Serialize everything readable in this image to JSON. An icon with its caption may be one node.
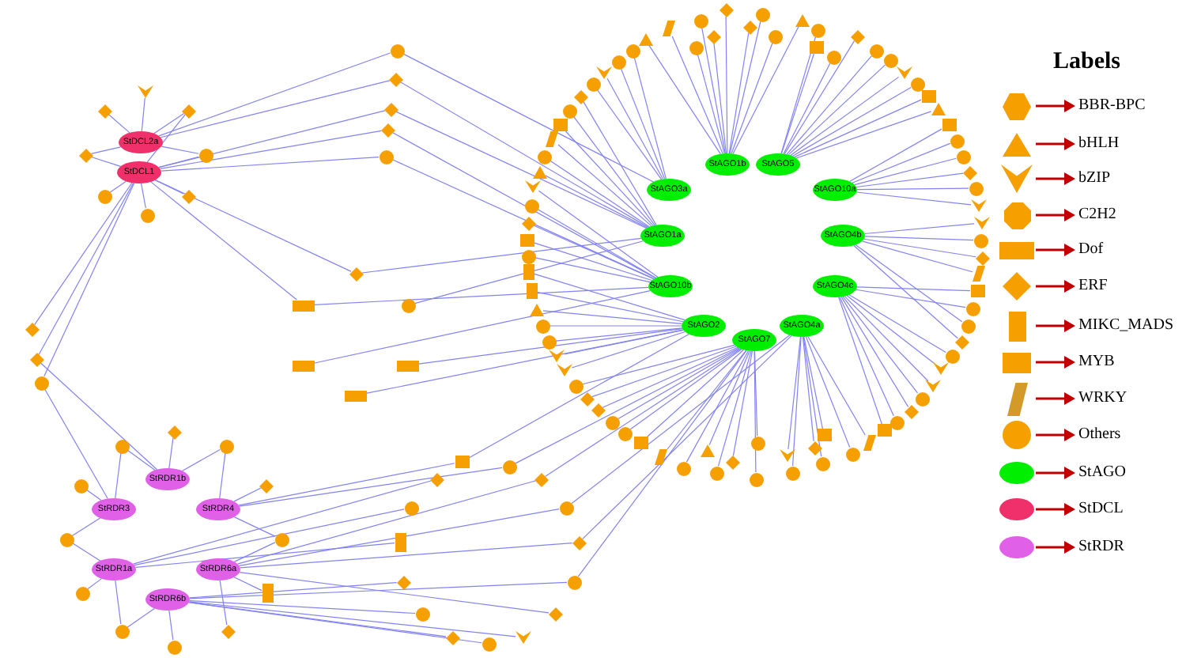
{
  "diagram": {
    "nodes": [
      {
        "text": [
          "StDCL2a"
        ]
      },
      {
        "text": [
          "StDCL1"
        ]
      },
      {
        "text": [
          "StRDR1b"
        ]
      },
      {
        "text": [
          "StRDR3"
        ]
      },
      {
        "text": [
          "StRDR4"
        ]
      },
      {
        "text": [
          "StRDR1a"
        ]
      },
      {
        "text": [
          "StRDR6a"
        ]
      },
      {
        "text": [
          "StRDR6b"
        ]
      },
      {
        "text": [
          "StAGO1b"
        ]
      },
      {
        "text": [
          "StAGO5"
        ]
      },
      {
        "text": [
          "StAGO3a"
        ]
      },
      {
        "text": [
          "StAGO10a"
        ]
      },
      {
        "text": [
          "StAGO1a"
        ]
      },
      {
        "text": [
          "StAGO4b"
        ]
      },
      {
        "text": [
          "StAGO10b"
        ]
      },
      {
        "text": [
          "StAGO4c"
        ]
      },
      {
        "text": [
          "StAGO2"
        ]
      },
      {
        "text": [
          "StAGO4a"
        ]
      },
      {
        "text": [
          "StAGO7"
        ]
      },
      {
        "text": [],
        "shape": "chevron"
      },
      {
        "text": [],
        "shape": "diamond"
      },
      {
        "text": [],
        "shape": "diamond"
      },
      {
        "text": [],
        "shape": "diamond"
      },
      {
        "text": [],
        "shape": "circle"
      },
      {
        "text": [],
        "shape": "circle"
      },
      {
        "text": [],
        "shape": "diamond"
      },
      {
        "text": [],
        "shape": "circle"
      },
      {
        "text": [],
        "shape": "diamond"
      },
      {
        "text": [],
        "shape": "diamond"
      },
      {
        "text": [],
        "shape": "circle"
      },
      {
        "text": [],
        "shape": "circle"
      },
      {
        "text": [],
        "shape": "diamond"
      },
      {
        "text": [],
        "shape": "diamond"
      },
      {
        "text": [],
        "shape": "diamond"
      },
      {
        "text": [],
        "shape": "circle"
      },
      {
        "text": [],
        "shape": "box"
      },
      {
        "text": [],
        "shape": "diamond"
      },
      {
        "text": [],
        "shape": "circle"
      },
      {
        "text": [],
        "shape": "box"
      },
      {
        "text": [],
        "shape": "box"
      },
      {
        "text": [],
        "shape": "box"
      },
      {
        "text": [],
        "shape": "diamond"
      },
      {
        "text": [],
        "shape": "circle"
      },
      {
        "text": [],
        "shape": "circle"
      },
      {
        "text": [],
        "shape": "circle"
      },
      {
        "text": [],
        "shape": "diamond"
      },
      {
        "text": [],
        "shape": "circle"
      },
      {
        "text": [],
        "shape": "circle"
      },
      {
        "text": [],
        "shape": "circle"
      },
      {
        "text": [],
        "shape": "box"
      },
      {
        "text": [],
        "shape": "circle"
      },
      {
        "text": [],
        "shape": "diamond"
      },
      {
        "text": [],
        "shape": "circle"
      },
      {
        "text": [],
        "shape": "parallelogram"
      },
      {
        "text": [],
        "shape": "triangle"
      },
      {
        "text": [],
        "shape": "circle"
      },
      {
        "text": [],
        "shape": "circle"
      },
      {
        "text": [],
        "shape": "chevron"
      },
      {
        "text": [],
        "shape": "circle"
      },
      {
        "text": [],
        "shape": "diamond"
      },
      {
        "text": [],
        "shape": "circle"
      },
      {
        "text": [],
        "shape": "box"
      },
      {
        "text": [],
        "shape": "parallelogram"
      },
      {
        "text": [],
        "shape": "circle"
      },
      {
        "text": [],
        "shape": "triangle"
      },
      {
        "text": [],
        "shape": "chevron"
      },
      {
        "text": [],
        "shape": "circle"
      },
      {
        "text": [],
        "shape": "diamond"
      },
      {
        "text": [],
        "shape": "box"
      },
      {
        "text": [],
        "shape": "circle"
      },
      {
        "text": [],
        "shape": "box"
      },
      {
        "text": [],
        "shape": "box"
      },
      {
        "text": [],
        "shape": "triangle"
      },
      {
        "text": [],
        "shape": "circle"
      },
      {
        "text": [],
        "shape": "circle"
      },
      {
        "text": [],
        "shape": "chevron"
      },
      {
        "text": [],
        "shape": "chevron"
      },
      {
        "text": [],
        "shape": "circle"
      },
      {
        "text": [],
        "shape": "diamond"
      },
      {
        "text": [],
        "shape": "diamond"
      },
      {
        "text": [],
        "shape": "circle"
      },
      {
        "text": [],
        "shape": "circle"
      },
      {
        "text": [],
        "shape": "box"
      },
      {
        "text": [],
        "shape": "parallelogram"
      },
      {
        "text": [],
        "shape": "circle"
      },
      {
        "text": [],
        "shape": "triangle"
      },
      {
        "text": [],
        "shape": "circle"
      },
      {
        "text": [],
        "shape": "diamond"
      },
      {
        "text": [],
        "shape": "circle"
      },
      {
        "text": [],
        "shape": "circle"
      },
      {
        "text": [],
        "shape": "chevron"
      },
      {
        "text": [],
        "shape": "circle"
      },
      {
        "text": [],
        "shape": "diamond"
      },
      {
        "text": [],
        "shape": "box"
      },
      {
        "text": [],
        "shape": "circle"
      },
      {
        "text": [],
        "shape": "circle"
      },
      {
        "text": [],
        "shape": "parallelogram"
      },
      {
        "text": [],
        "shape": "box"
      },
      {
        "text": [],
        "shape": "circle"
      },
      {
        "text": [],
        "shape": "diamond"
      },
      {
        "text": [],
        "shape": "circle"
      },
      {
        "text": [],
        "shape": "chevron"
      },
      {
        "text": [],
        "shape": "chevron"
      },
      {
        "text": [],
        "shape": "circle"
      },
      {
        "text": [],
        "shape": "diamond"
      },
      {
        "text": [],
        "shape": "circle"
      },
      {
        "text": [],
        "shape": "circle"
      },
      {
        "text": [],
        "shape": "box"
      },
      {
        "text": [],
        "shape": "parallelogram"
      },
      {
        "text": [],
        "shape": "diamond"
      },
      {
        "text": [],
        "shape": "circle"
      },
      {
        "text": [],
        "shape": "chevron"
      },
      {
        "text": [],
        "shape": "chevron"
      },
      {
        "text": [],
        "shape": "circle"
      },
      {
        "text": [],
        "shape": "diamond"
      },
      {
        "text": [],
        "shape": "circle"
      },
      {
        "text": [],
        "shape": "circle"
      },
      {
        "text": [],
        "shape": "box"
      },
      {
        "text": [],
        "shape": "triangle"
      },
      {
        "text": [],
        "shape": "box"
      },
      {
        "text": [],
        "shape": "circle"
      },
      {
        "text": [],
        "shape": "chevron"
      },
      {
        "text": [],
        "shape": "circle"
      },
      {
        "text": [],
        "shape": "circle"
      },
      {
        "text": [],
        "shape": "diamond"
      },
      {
        "text": [],
        "shape": "circle"
      },
      {
        "text": [],
        "shape": "circle"
      },
      {
        "text": [],
        "shape": "box"
      },
      {
        "text": [],
        "shape": "triangle"
      },
      {
        "text": [],
        "shape": "circle"
      },
      {
        "text": [],
        "shape": "circle"
      },
      {
        "text": [],
        "shape": "diamond"
      },
      {
        "text": [],
        "shape": "diamond"
      },
      {
        "text": [],
        "shape": "diamond"
      },
      {
        "text": [],
        "shape": "circle"
      },
      {
        "text": [],
        "shape": "circle"
      },
      {
        "text": [],
        "shape": "box"
      },
      {
        "text": [],
        "shape": "circle"
      },
      {
        "text": [],
        "shape": "diamond"
      },
      {
        "text": [],
        "shape": "diamond"
      },
      {
        "text": [],
        "shape": "circle"
      },
      {
        "text": [],
        "shape": "circle"
      },
      {
        "text": [],
        "shape": "box"
      },
      {
        "text": [],
        "shape": "diamond"
      },
      {
        "text": [],
        "shape": "diamond"
      },
      {
        "text": [],
        "shape": "circle"
      },
      {
        "text": [],
        "shape": "circle"
      },
      {
        "text": [],
        "shape": "diamond"
      },
      {
        "text": [],
        "shape": "diamond"
      },
      {
        "text": [],
        "shape": "chevron"
      },
      {
        "text": [],
        "shape": "circle"
      }
    ],
    "edges": [
      {
        "from": 19,
        "to": 0,
        "arrow": "none"
      },
      {
        "from": 20,
        "to": 0,
        "arrow": "none"
      },
      {
        "from": 21,
        "to": 0,
        "arrow": "none"
      },
      {
        "from": 21,
        "to": 1,
        "arrow": "none"
      },
      {
        "from": 22,
        "to": 0,
        "arrow": "none"
      },
      {
        "from": 22,
        "to": 1,
        "arrow": "none"
      },
      {
        "from": 23,
        "to": 0,
        "arrow": "none"
      },
      {
        "from": 23,
        "to": 1,
        "arrow": "none"
      },
      {
        "from": 24,
        "to": 1,
        "arrow": "none"
      },
      {
        "from": 25,
        "to": 1,
        "arrow": "none"
      },
      {
        "from": 26,
        "to": 1,
        "arrow": "none"
      },
      {
        "from": 30,
        "to": 0,
        "arrow": "none"
      },
      {
        "from": 31,
        "to": 0,
        "arrow": "none"
      },
      {
        "from": 32,
        "to": 1,
        "arrow": "none"
      },
      {
        "from": 33,
        "to": 1,
        "arrow": "none"
      },
      {
        "from": 34,
        "to": 1,
        "arrow": "none"
      },
      {
        "from": 27,
        "to": 1,
        "arrow": "none"
      },
      {
        "from": 28,
        "to": 1,
        "arrow": "none"
      },
      {
        "from": 29,
        "to": 1,
        "arrow": "none"
      },
      {
        "from": 35,
        "to": 1,
        "arrow": "none"
      },
      {
        "from": 36,
        "to": 1,
        "arrow": "none"
      },
      {
        "from": 30,
        "to": 10,
        "arrow": "none"
      },
      {
        "from": 31,
        "to": 12,
        "arrow": "none"
      },
      {
        "from": 32,
        "to": 12,
        "arrow": "none"
      },
      {
        "from": 33,
        "to": 14,
        "arrow": "none"
      },
      {
        "from": 34,
        "to": 14,
        "arrow": "none"
      },
      {
        "from": 36,
        "to": 12,
        "arrow": "none"
      },
      {
        "from": 37,
        "to": 12,
        "arrow": "none"
      },
      {
        "from": 35,
        "to": 14,
        "arrow": "none"
      },
      {
        "from": 38,
        "to": 14,
        "arrow": "none"
      },
      {
        "from": 39,
        "to": 16,
        "arrow": "none"
      },
      {
        "from": 40,
        "to": 16,
        "arrow": "none"
      },
      {
        "from": 29,
        "to": 3,
        "arrow": "none"
      },
      {
        "from": 28,
        "to": 2,
        "arrow": "none"
      },
      {
        "from": 41,
        "to": 2,
        "arrow": "none"
      },
      {
        "from": 42,
        "to": 3,
        "arrow": "none"
      },
      {
        "from": 42,
        "to": 2,
        "arrow": "none"
      },
      {
        "from": 43,
        "to": 4,
        "arrow": "none"
      },
      {
        "from": 43,
        "to": 2,
        "arrow": "none"
      },
      {
        "from": 44,
        "to": 3,
        "arrow": "none"
      },
      {
        "from": 45,
        "to": 4,
        "arrow": "none"
      },
      {
        "from": 46,
        "to": 3,
        "arrow": "none"
      },
      {
        "from": 46,
        "to": 5,
        "arrow": "none"
      },
      {
        "from": 47,
        "to": 4,
        "arrow": "none"
      },
      {
        "from": 47,
        "to": 6,
        "arrow": "none"
      },
      {
        "from": 48,
        "to": 5,
        "arrow": "none"
      },
      {
        "from": 49,
        "to": 6,
        "arrow": "none"
      },
      {
        "from": 50,
        "to": 5,
        "arrow": "none"
      },
      {
        "from": 50,
        "to": 7,
        "arrow": "none"
      },
      {
        "from": 51,
        "to": 6,
        "arrow": "none"
      },
      {
        "from": 52,
        "to": 7,
        "arrow": "none"
      },
      {
        "from": 136,
        "to": 4,
        "arrow": "none"
      },
      {
        "from": 137,
        "to": 4,
        "arrow": "none"
      },
      {
        "from": 138,
        "to": 5,
        "arrow": "none"
      },
      {
        "from": 139,
        "to": 6,
        "arrow": "none"
      },
      {
        "from": 140,
        "to": 5,
        "arrow": "none"
      },
      {
        "from": 141,
        "to": 6,
        "arrow": "none"
      },
      {
        "from": 142,
        "to": 5,
        "arrow": "none"
      },
      {
        "from": 143,
        "to": 6,
        "arrow": "none"
      },
      {
        "from": 144,
        "to": 7,
        "arrow": "none"
      },
      {
        "from": 145,
        "to": 7,
        "arrow": "none"
      },
      {
        "from": 146,
        "to": 7,
        "arrow": "none"
      },
      {
        "from": 147,
        "to": 6,
        "arrow": "none"
      },
      {
        "from": 148,
        "to": 7,
        "arrow": "none"
      },
      {
        "from": 149,
        "to": 7,
        "arrow": "none"
      },
      {
        "from": 150,
        "to": 7,
        "arrow": "none"
      },
      {
        "from": 136,
        "to": 16,
        "arrow": "none"
      },
      {
        "from": 137,
        "to": 18,
        "arrow": "none"
      },
      {
        "from": 139,
        "to": 18,
        "arrow": "none"
      },
      {
        "from": 141,
        "to": 17,
        "arrow": "none"
      },
      {
        "from": 143,
        "to": 17,
        "arrow": "none"
      },
      {
        "from": 145,
        "to": 18,
        "arrow": "none"
      },
      {
        "from": 53,
        "to": 8,
        "arrow": "none"
      },
      {
        "from": 54,
        "to": 8,
        "arrow": "none"
      },
      {
        "from": 55,
        "to": 10,
        "arrow": "none"
      },
      {
        "from": 56,
        "to": 10,
        "arrow": "none"
      },
      {
        "from": 57,
        "to": 10,
        "arrow": "none"
      },
      {
        "from": 58,
        "to": 10,
        "arrow": "none"
      },
      {
        "from": 59,
        "to": 12,
        "arrow": "none"
      },
      {
        "from": 60,
        "to": 12,
        "arrow": "none"
      },
      {
        "from": 61,
        "to": 12,
        "arrow": "none"
      },
      {
        "from": 62,
        "to": 12,
        "arrow": "none"
      },
      {
        "from": 63,
        "to": 12,
        "arrow": "none"
      },
      {
        "from": 64,
        "to": 12,
        "arrow": "none"
      },
      {
        "from": 65,
        "to": 14,
        "arrow": "none"
      },
      {
        "from": 66,
        "to": 14,
        "arrow": "none"
      },
      {
        "from": 67,
        "to": 14,
        "arrow": "none"
      },
      {
        "from": 68,
        "to": 14,
        "arrow": "none"
      },
      {
        "from": 69,
        "to": 14,
        "arrow": "none"
      },
      {
        "from": 70,
        "to": 16,
        "arrow": "none"
      },
      {
        "from": 71,
        "to": 16,
        "arrow": "none"
      },
      {
        "from": 72,
        "to": 16,
        "arrow": "none"
      },
      {
        "from": 73,
        "to": 16,
        "arrow": "none"
      },
      {
        "from": 74,
        "to": 16,
        "arrow": "none"
      },
      {
        "from": 75,
        "to": 16,
        "arrow": "none"
      },
      {
        "from": 76,
        "to": 16,
        "arrow": "none"
      },
      {
        "from": 77,
        "to": 18,
        "arrow": "none"
      },
      {
        "from": 78,
        "to": 18,
        "arrow": "none"
      },
      {
        "from": 79,
        "to": 18,
        "arrow": "none"
      },
      {
        "from": 80,
        "to": 18,
        "arrow": "none"
      },
      {
        "from": 81,
        "to": 18,
        "arrow": "none"
      },
      {
        "from": 82,
        "to": 18,
        "arrow": "none"
      },
      {
        "from": 83,
        "to": 18,
        "arrow": "none"
      },
      {
        "from": 84,
        "to": 18,
        "arrow": "none"
      },
      {
        "from": 85,
        "to": 18,
        "arrow": "none"
      },
      {
        "from": 86,
        "to": 18,
        "arrow": "none"
      },
      {
        "from": 87,
        "to": 18,
        "arrow": "none"
      },
      {
        "from": 88,
        "to": 18,
        "arrow": "none"
      },
      {
        "from": 89,
        "to": 18,
        "arrow": "none"
      },
      {
        "from": 90,
        "to": 17,
        "arrow": "none"
      },
      {
        "from": 91,
        "to": 17,
        "arrow": "none"
      },
      {
        "from": 92,
        "to": 17,
        "arrow": "none"
      },
      {
        "from": 93,
        "to": 17,
        "arrow": "none"
      },
      {
        "from": 94,
        "to": 17,
        "arrow": "none"
      },
      {
        "from": 95,
        "to": 17,
        "arrow": "none"
      },
      {
        "from": 96,
        "to": 17,
        "arrow": "none"
      },
      {
        "from": 97,
        "to": 15,
        "arrow": "none"
      },
      {
        "from": 98,
        "to": 15,
        "arrow": "none"
      },
      {
        "from": 99,
        "to": 15,
        "arrow": "none"
      },
      {
        "from": 100,
        "to": 15,
        "arrow": "none"
      },
      {
        "from": 101,
        "to": 15,
        "arrow": "none"
      },
      {
        "from": 102,
        "to": 15,
        "arrow": "none"
      },
      {
        "from": 103,
        "to": 15,
        "arrow": "none"
      },
      {
        "from": 104,
        "to": 13,
        "arrow": "none"
      },
      {
        "from": 105,
        "to": 13,
        "arrow": "none"
      },
      {
        "from": 106,
        "to": 15,
        "arrow": "none"
      },
      {
        "from": 107,
        "to": 15,
        "arrow": "none"
      },
      {
        "from": 108,
        "to": 13,
        "arrow": "none"
      },
      {
        "from": 109,
        "to": 13,
        "arrow": "none"
      },
      {
        "from": 110,
        "to": 13,
        "arrow": "none"
      },
      {
        "from": 111,
        "to": 13,
        "arrow": "none"
      },
      {
        "from": 112,
        "to": 11,
        "arrow": "none"
      },
      {
        "from": 113,
        "to": 11,
        "arrow": "none"
      },
      {
        "from": 114,
        "to": 11,
        "arrow": "none"
      },
      {
        "from": 115,
        "to": 11,
        "arrow": "none"
      },
      {
        "from": 116,
        "to": 11,
        "arrow": "none"
      },
      {
        "from": 117,
        "to": 11,
        "arrow": "none"
      },
      {
        "from": 118,
        "to": 9,
        "arrow": "none"
      },
      {
        "from": 119,
        "to": 9,
        "arrow": "none"
      },
      {
        "from": 120,
        "to": 9,
        "arrow": "none"
      },
      {
        "from": 121,
        "to": 9,
        "arrow": "none"
      },
      {
        "from": 122,
        "to": 9,
        "arrow": "none"
      },
      {
        "from": 123,
        "to": 9,
        "arrow": "none"
      },
      {
        "from": 124,
        "to": 9,
        "arrow": "none"
      },
      {
        "from": 125,
        "to": 9,
        "arrow": "none"
      },
      {
        "from": 126,
        "to": 9,
        "arrow": "none"
      },
      {
        "from": 127,
        "to": 9,
        "arrow": "none"
      },
      {
        "from": 128,
        "to": 8,
        "arrow": "none"
      },
      {
        "from": 129,
        "to": 8,
        "arrow": "none"
      },
      {
        "from": 130,
        "to": 8,
        "arrow": "none"
      },
      {
        "from": 131,
        "to": 8,
        "arrow": "none"
      },
      {
        "from": 132,
        "to": 8,
        "arrow": "none"
      },
      {
        "from": 133,
        "to": 8,
        "arrow": "none"
      },
      {
        "from": 134,
        "to": 8,
        "arrow": "none"
      },
      {
        "from": 135,
        "to": 8,
        "arrow": "none"
      }
    ],
    "labels": [
      "Labels"
    ],
    "legend": [
      {
        "text": "BBR-BPC"
      },
      {
        "text": "bHLH"
      },
      {
        "text": "bZIP"
      },
      {
        "text": "C2H2"
      },
      {
        "text": "Dof"
      },
      {
        "text": "ERF"
      },
      {
        "text": "MIKC_MADS"
      },
      {
        "text": "MYB"
      },
      {
        "text": "WRKY"
      },
      {
        "text": "Others"
      },
      {
        "text": "StAGO",
        "color": "#00ee00"
      },
      {
        "text": "StDCL",
        "color": "#f0306a"
      },
      {
        "text": "StRDR",
        "color": "#e060e8"
      }
    ]
  }
}
